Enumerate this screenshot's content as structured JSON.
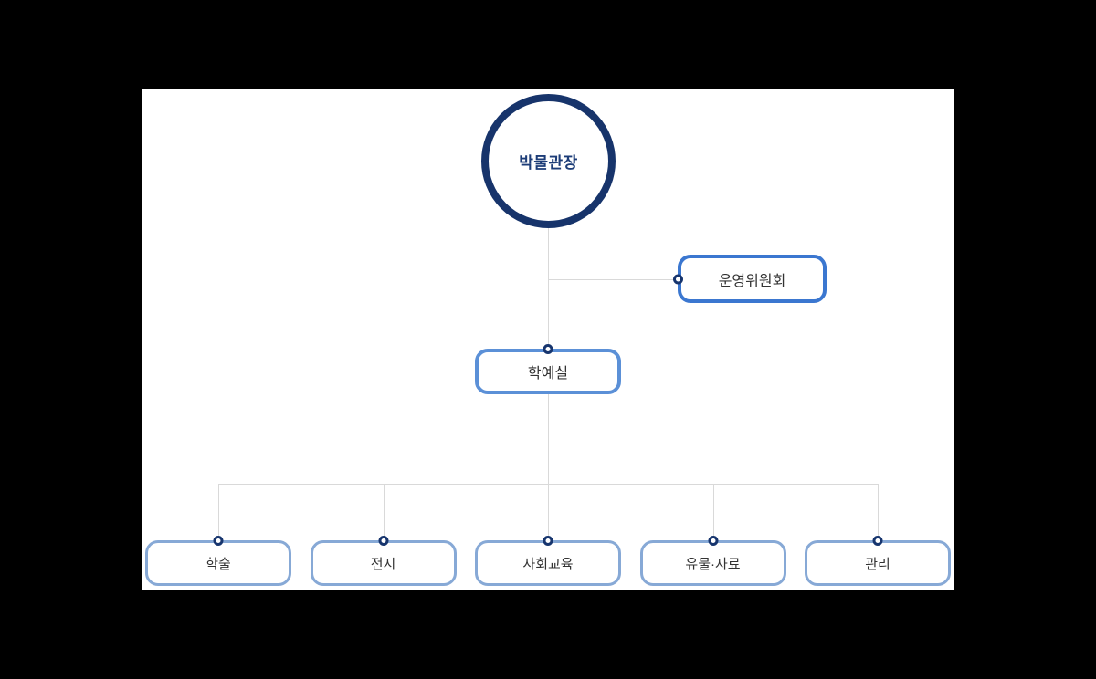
{
  "org_chart": {
    "director": {
      "label": "박물관장"
    },
    "committee": {
      "label": "운영위원회"
    },
    "office": {
      "label": "학예실"
    },
    "departments": [
      {
        "label": "학술"
      },
      {
        "label": "전시"
      },
      {
        "label": "사회교육"
      },
      {
        "label": "유물·자료"
      },
      {
        "label": "관리"
      }
    ],
    "colors": {
      "director_border": "#17346b",
      "director_text": "#1d3d78",
      "committee_border": "#3b77d0",
      "office_border": "#5b90d7",
      "department_border": "#87a9d6",
      "node_text": "#333333",
      "connector_line": "#d9d9d9",
      "connector_dot": "#17356e",
      "page_background": "#000000",
      "panel_background": "#ffffff"
    }
  }
}
